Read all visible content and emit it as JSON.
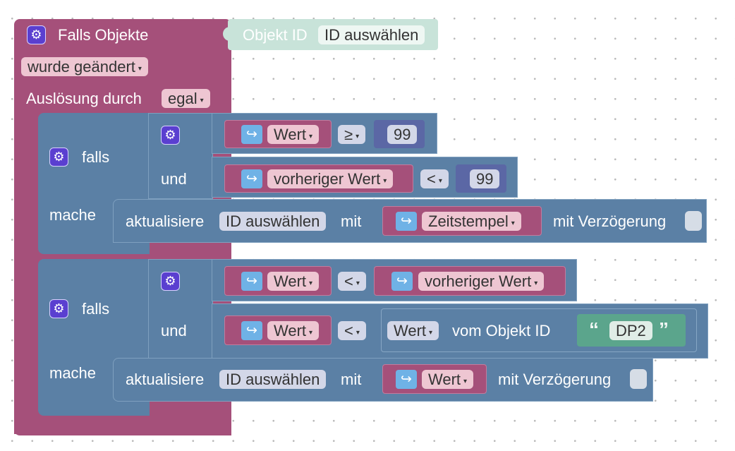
{
  "trigger": {
    "title": "Falls Objekte",
    "object_id_label": "Objekt ID",
    "object_id_value": "ID auswählen",
    "change_mode": "wurde geändert",
    "trigger_label": "Auslösung durch",
    "trigger_value": "egal"
  },
  "if1": {
    "falls": "falls",
    "und": "und",
    "mache": "mache",
    "cond1": {
      "left": "Wert",
      "op": "≥",
      "right": "99"
    },
    "cond2": {
      "left": "vorheriger Wert",
      "op": "<",
      "right": "99"
    },
    "action": {
      "verb": "aktualisiere",
      "target": "ID auswählen",
      "with": "mit",
      "value": "Zeitstempel",
      "delay": "mit Verzögerung"
    }
  },
  "if2": {
    "falls": "falls",
    "und": "und",
    "mache": "mache",
    "cond1": {
      "left": "Wert",
      "op": "<",
      "right": "vorheriger Wert"
    },
    "cond2": {
      "left": "Wert",
      "op": "<",
      "right_attr": "Wert",
      "right_text": "vom Objekt ID",
      "string_value": "DP2",
      "quote_open": "“",
      "quote_close": "”"
    },
    "action": {
      "verb": "aktualisiere",
      "target": "ID auswählen",
      "with": "mit",
      "value": "Wert",
      "delay": "mit Verzögerung"
    }
  },
  "icons": {
    "gear": "⚙",
    "arrow": "↪",
    "dropdown": "▾"
  },
  "colors": {
    "event_block": "#a5507a",
    "logic_block": "#5b80a5",
    "compare_block": "#a5507a",
    "number_block": "#5b67a5",
    "text_block": "#5ba58c",
    "object_id_block": "#c8e3d9"
  }
}
